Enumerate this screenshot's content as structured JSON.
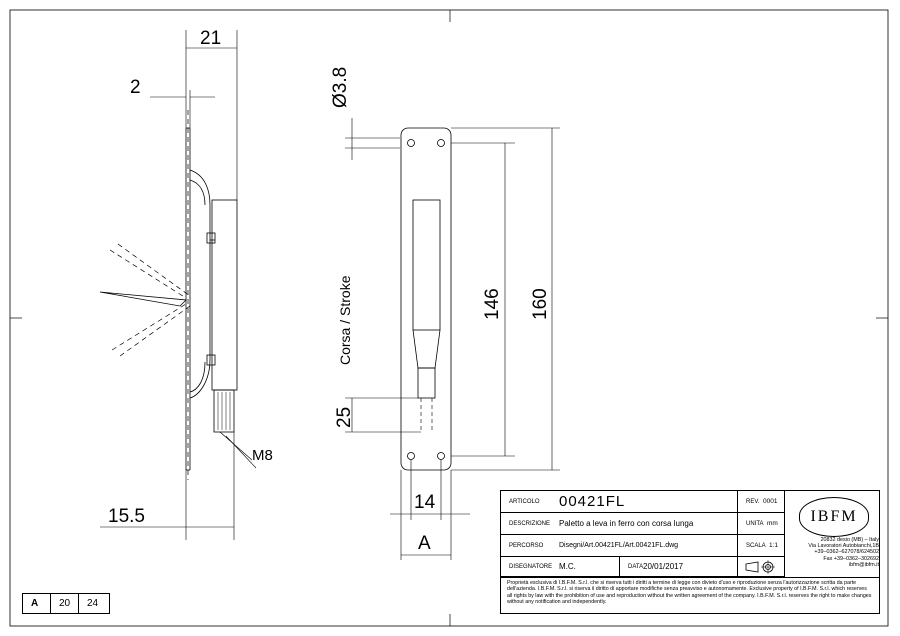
{
  "dimensions": {
    "d21": "21",
    "d2": "2",
    "d38": "Ø3.8",
    "corsa": "Corsa / Stroke",
    "d146": "146",
    "d160": "160",
    "d25": "25",
    "m8": "M8",
    "d155": "15.5",
    "d14": "14",
    "dA": "A"
  },
  "title_block": {
    "articolo_label": "ARTICOLO",
    "articolo_value": "00421FL",
    "rev_label": "REV.",
    "rev_value": "0001",
    "descrizione_label": "DESCRIZIONE",
    "descrizione_value": "Paletto a leva in ferro con corsa lunga",
    "unita_label": "UNITA",
    "unita_value": "mm",
    "percorso_label": "PERCORSO",
    "percorso_value": "Disegni/Art.00421FL/Art.00421FL.dwg",
    "scala_label": "SCALA",
    "scala_value": "1:1",
    "disegnatore_label": "DISEGNATORE",
    "disegnatore_value": "M.C.",
    "data_label": "DATA",
    "data_value": "20/01/2017",
    "logo_text": "IBFM",
    "address": [
      "20832 desio (MB) – Italy",
      "Via Lavoratori Autobianchi,1B",
      "+39–0362–627078/624502",
      "Fax +39–0362–302692",
      "ibfm@ibfm.it"
    ],
    "notice": "Proprietà esclusiva di I.B.F.M. S.r.l. che si riserva tutti i diritti a termine di legge con divieto d'uso e riproduzione senza l'autorizzazione scritta da parte dell'azienda. I.B.F.M. S.r.l. si riserva il diritto di apportare modifiche senza preavviso e autonomamente. Exclusive property of I.B.F.M. S.r.l. which reserves all rights by law with the prohibition of use and reproduction without the written agreement of the company. I.B.F.M. S.r.l. reserves the right to make changes without any notification and independently."
  },
  "size_box": {
    "letter": "A",
    "c1": "20",
    "c2": "24"
  }
}
